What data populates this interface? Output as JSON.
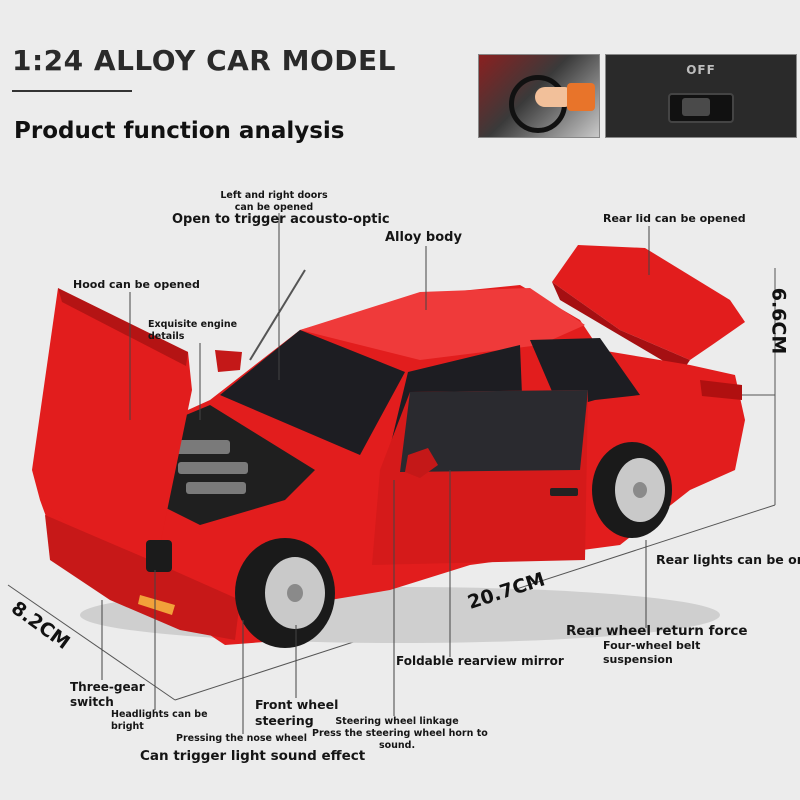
{
  "header": {
    "title": "1:24 ALLOY CAR MODEL",
    "subtitle": "Product function analysis"
  },
  "thumbnails": {
    "switch_label": "OFF"
  },
  "dimensions": {
    "height": "6.6CM",
    "length": "20.7CM",
    "width": "8.2CM"
  },
  "labels": {
    "doors_line1": "Left and right doors",
    "doors_line2": "can be opened",
    "acousto": "Open to trigger acousto-optic",
    "alloy_body": "Alloy body",
    "rear_lid": "Rear lid can be opened",
    "hood": "Hood can be opened",
    "engine_line1": "Exquisite engine",
    "engine_line2": "details",
    "rear_lights": "Rear lights can be on",
    "rear_wheel": "Rear wheel return force",
    "suspension_line1": "Four-wheel belt",
    "suspension_line2": "suspension",
    "mirror": "Foldable rearview mirror",
    "three_gear_line1": "Three-gear",
    "three_gear_line2": "switch",
    "headlights_line1": "Headlights can be",
    "headlights_line2": "bright",
    "front_steering_line1": "Front wheel",
    "front_steering_line2": "steering",
    "steering_linkage": "Steering wheel linkage",
    "horn_line1": "Press the steering wheel horn to",
    "horn_line2": "sound.",
    "nose_wheel": "Pressing the nose wheel",
    "light_sound": "Can trigger light sound effect"
  },
  "colors": {
    "background": "#ececec",
    "car_body": "#e21d1d",
    "car_shadow": "#a50f12",
    "glass": "#1d1d22",
    "leader_line": "#444444"
  }
}
